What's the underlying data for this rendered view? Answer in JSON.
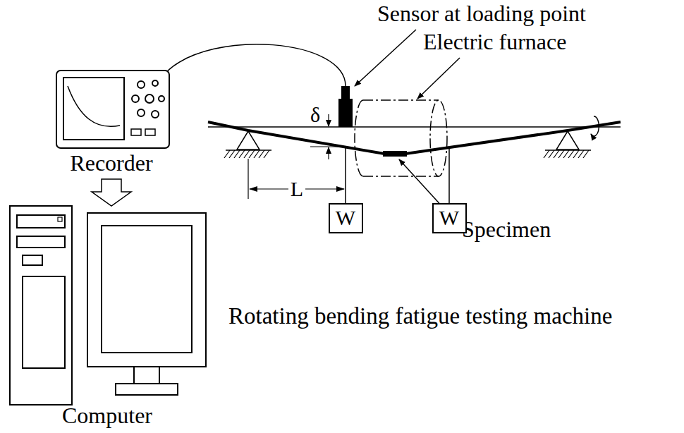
{
  "diagram": {
    "nodes": [
      {
        "text": [
          "W"
        ]
      },
      {
        "text": [
          "W"
        ]
      }
    ],
    "labels": [
      "Sensor at loading point",
      "Electric furnace",
      "δ",
      "L",
      "Specimen",
      "Recorder",
      "Computer",
      "Rotating bending fatigue testing machine"
    ]
  }
}
